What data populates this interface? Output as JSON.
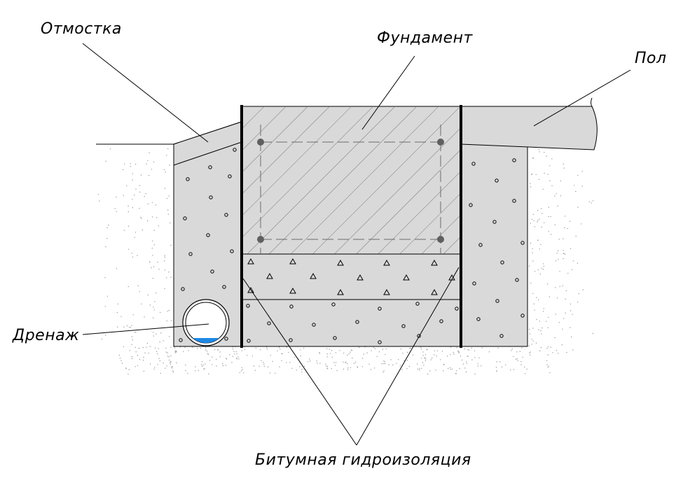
{
  "labels": {
    "otmostka": "Отмостка",
    "fundament": "Фундамент",
    "pol": "Пол",
    "drenazh": "Дренаж",
    "gidroizolyaciya": "Битумная гидроизоляция"
  },
  "colors": {
    "fill": "#d9d9d9",
    "hatch": "#777777",
    "line": "#000000",
    "rebar": "#5f5f5f",
    "water": "#1e88e5",
    "soil_dots": "#9a9a9a"
  }
}
